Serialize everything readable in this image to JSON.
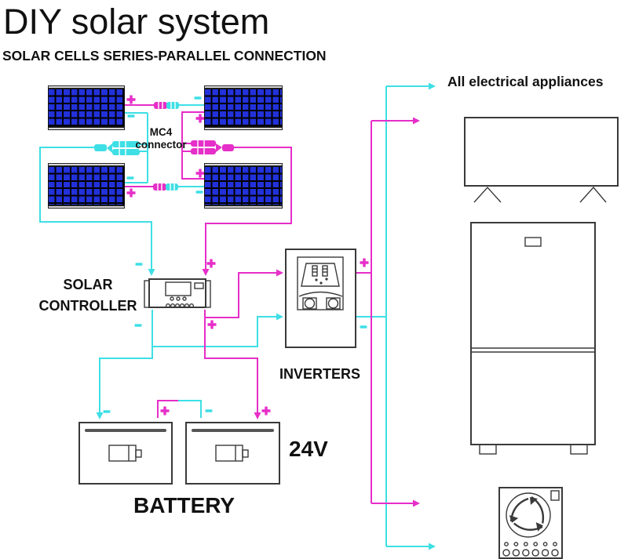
{
  "title": "DIY solar system",
  "subtitle": "SOLAR CELLS SERIES-PARALLEL CONNECTION",
  "diagram": {
    "mc4_label": {
      "line1": "MC4",
      "line2": "connector"
    },
    "controller_label": {
      "line1": "SOLAR",
      "line2": "CONTROLLER"
    },
    "inverter_label": "INVERTERS",
    "battery_label": "BATTERY",
    "battery_voltage": "24V",
    "appliances_label": "All electrical appliances",
    "components": {
      "solar_panels": 4,
      "batteries": 2,
      "appliances_shown": [
        "tv",
        "refrigerator",
        "washing-machine"
      ]
    },
    "polarity_icons": {
      "positive": "plus",
      "negative": "minus"
    }
  },
  "colors": {
    "wire_positive": "#e62ec8",
    "wire_negative": "#3edfe5",
    "panel_cell": "#2231d9",
    "outline": "#3a3a3a",
    "text": "#111111"
  }
}
